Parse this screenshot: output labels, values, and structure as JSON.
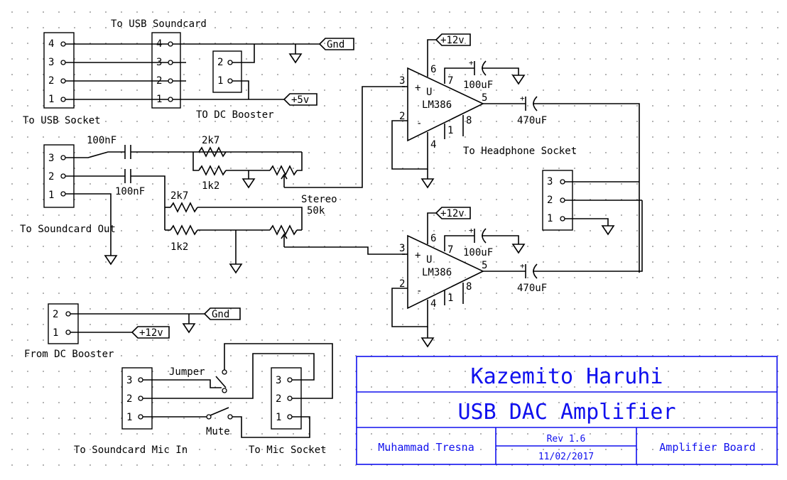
{
  "connectors": {
    "usb_socket": {
      "label": "To USB Socket",
      "pins": [
        "4",
        "3",
        "2",
        "1"
      ]
    },
    "usb_soundcard": {
      "label": "To USB Soundcard",
      "pins": [
        "4",
        "3",
        "2",
        "1"
      ]
    },
    "dc_booster_out": {
      "label": "TO DC Booster",
      "pins": [
        "2",
        "1"
      ]
    },
    "soundcard_out": {
      "label": "To Soundcard Out",
      "pins": [
        "3",
        "2",
        "1"
      ]
    },
    "headphone": {
      "label": "To Headphone Socket",
      "pins": [
        "3",
        "2",
        "1"
      ]
    },
    "from_dc_booster": {
      "label": "From DC Booster",
      "pins": [
        "2",
        "1"
      ]
    },
    "mic_in": {
      "label": "To Soundcard Mic In",
      "pins": [
        "3",
        "2",
        "1"
      ]
    },
    "mic_socket": {
      "label": "To Mic Socket",
      "pins": [
        "3",
        "2",
        "1"
      ]
    }
  },
  "nets": {
    "gnd": "Gnd",
    "v5": "+5v",
    "v12": "+12v"
  },
  "components": {
    "cap_100nF": "100nF",
    "res_2k7": "2k7",
    "res_1k2": "1k2",
    "pot_label": "Stereo",
    "pot_value": "50k",
    "cap_100uF": "100uF",
    "cap_470uF": "470uF",
    "jumper": "Jumper",
    "mute": "Mute"
  },
  "opamp": {
    "name": "LM386",
    "u": "U",
    "plus": "+",
    "minus": "-",
    "pins": {
      "p3": "3",
      "p2": "2",
      "p6": "6",
      "p4": "4",
      "p5": "5",
      "p7": "7",
      "p1": "1",
      "p8": "8"
    }
  },
  "title_block": {
    "title": "Kazemito Haruhi",
    "subtitle": "USB DAC Amplifier",
    "author": "Muhammad Tresna",
    "revision": "Rev 1.6",
    "date": "11/02/2017",
    "board": "Amplifier Board"
  }
}
